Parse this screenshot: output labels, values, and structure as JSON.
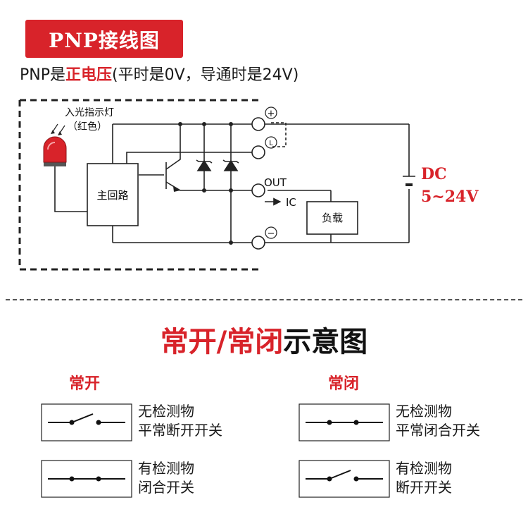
{
  "banner": {
    "title": "PNP接线图"
  },
  "subtitle": {
    "prefix": "PNP是",
    "highlight": "正电压",
    "suffix": "(平时是0V，导通时是24V)"
  },
  "circuit": {
    "indicator_label_line1": "入光指示灯",
    "indicator_label_line2": "（红色）",
    "main_circuit_label": "主回路",
    "terminal_plus": "+",
    "terminal_l": "L",
    "terminal_minus": "−",
    "out_label": "OUT",
    "ic_label": "IC",
    "load_label": "负载",
    "supply_label_line1": "DC",
    "supply_label_line2": "5~24V",
    "indicator_color": "#d8232a",
    "accent_color": "#d8232a"
  },
  "section": {
    "title_red": "常开/常闭",
    "title_black": "示意图"
  },
  "no_column": {
    "heading": "常开",
    "rows": [
      {
        "state": "open",
        "line1": "无检测物",
        "line2": "平常断开开关"
      },
      {
        "state": "closed",
        "line1": "有检测物",
        "line2": "闭合开关"
      }
    ]
  },
  "nc_column": {
    "heading": "常闭",
    "rows": [
      {
        "state": "closed",
        "line1": "无检测物",
        "line2": "平常闭合开关"
      },
      {
        "state": "open",
        "line1": "有检测物",
        "line2": "断开开关"
      }
    ]
  }
}
